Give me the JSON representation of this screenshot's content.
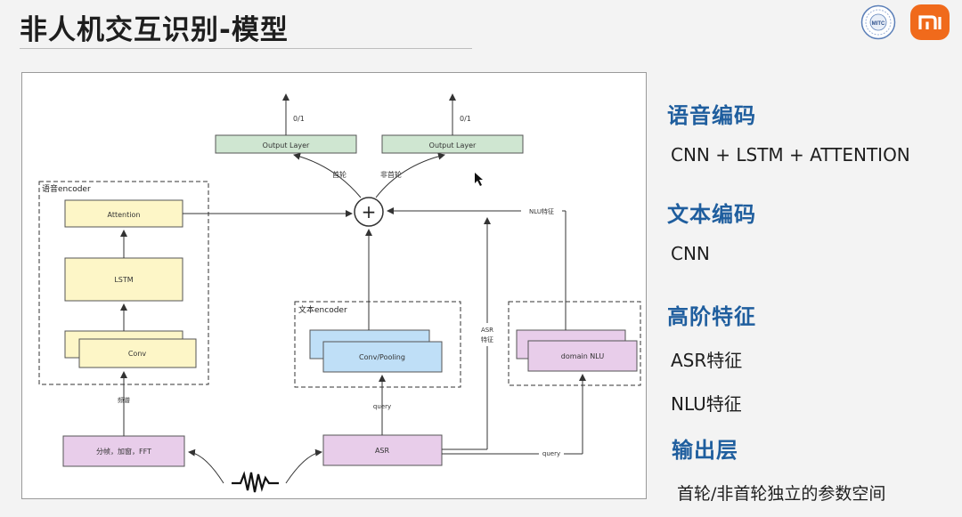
{
  "slide": {
    "title": "非人机交互识别-模型"
  },
  "logos": {
    "mitc_label": "MITC",
    "mi_label": "mi",
    "mi_color": "#f06a1b"
  },
  "diagram": {
    "output_layer_label": "Output Layer",
    "output_value": "0/1",
    "branch_first": "首轮",
    "branch_nonfirst": "非首轮",
    "plus_symbol": "+",
    "speech_encoder_label": "语音encoder",
    "attention_label": "Attention",
    "lstm_label": "LSTM",
    "conv_label": "Conv",
    "spectrum_label": "频谱",
    "preprocess_label": "分帧，加窗，FFT",
    "text_encoder_label": "文本encoder",
    "conv_pooling_label": "Conv/Pooling",
    "query_label": "query",
    "asr_label": "ASR",
    "asr_feature_label_1": "ASR",
    "asr_feature_label_2": "特征",
    "nlu_feature_label": "NLU特征",
    "domain_nlu_label": "domain NLU",
    "query_label_2": "query",
    "colors": {
      "green": "#cfe6d1",
      "yellow": "#fdf6c7",
      "blue": "#bfdff7",
      "purple": "#e8cdea"
    }
  },
  "sidebar": {
    "speech_heading": "语音编码",
    "speech_body": "CNN + LSTM + ATTENTION",
    "text_heading": "文本编码",
    "text_body": "CNN",
    "high_heading": "高阶特征",
    "high_body_1": "ASR特征",
    "high_body_2": "NLU特征",
    "output_heading": "输出层",
    "output_body": "首轮/非首轮独立的参数空间"
  }
}
